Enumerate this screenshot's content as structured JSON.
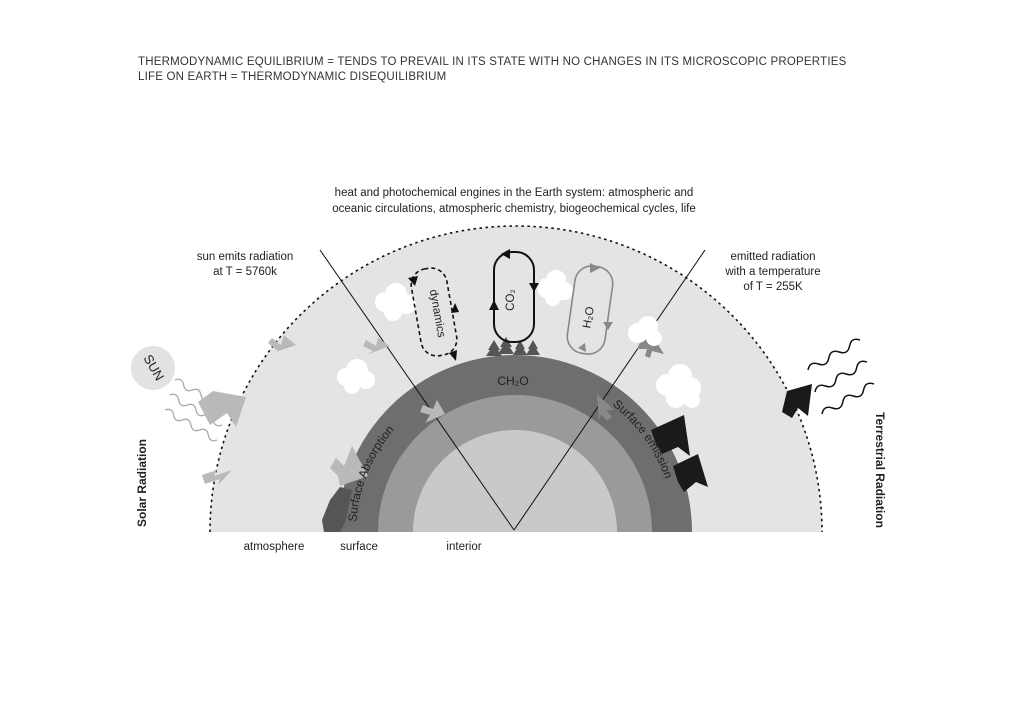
{
  "header": {
    "line1": "THERMODYNAMIC EQUILIBRIUM = TENDS TO PREVAIL IN ITS STATE WITH NO CHANGES IN ITS MICROSCOPIC PROPERTIES",
    "line2": "LIFE ON EARTH = THERMODYNAMIC DISEQUILIBRIUM"
  },
  "engines_caption": {
    "line1": "heat and photochemical engines in the Earth system: atmospheric and",
    "line2": "oceanic circulations, atmospheric chemistry, biogeochemical cycles, life"
  },
  "sun": {
    "label": "SUN",
    "emits_line1": "sun emits radiation",
    "emits_line2": "at T = 5760k"
  },
  "emitted": {
    "line1": "emitted radiation",
    "line2": "with a temperature",
    "line3": "of T = 255K"
  },
  "cycles": {
    "dynamics": "dynamics",
    "co2": "CO₂",
    "h2o": "H₂O"
  },
  "earth": {
    "ch2o": "CH₂O",
    "surface_absorption": "Surface Absorption",
    "surface_emission": "Surface emission"
  },
  "side_labels": {
    "solar": "Solar Radiation",
    "terrestrial": "Terrestrial Radiation"
  },
  "layers": {
    "atmosphere": "atmosphere",
    "surface": "surface",
    "interior": "interior"
  },
  "colors": {
    "atmosphere": "#e4e4e4",
    "crust_outer": "#6e6e6e",
    "mantle": "#9a9a9a",
    "core": "#c9c9c9",
    "arrow_light": "#b9b9b9",
    "arrow_dark": "#1a1a1a"
  }
}
